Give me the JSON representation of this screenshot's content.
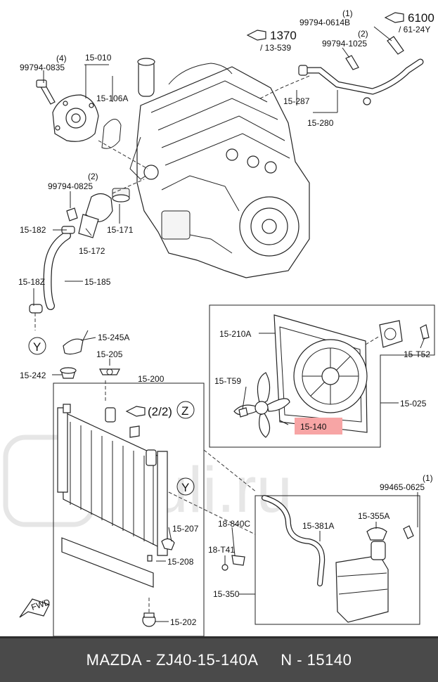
{
  "watermark": {
    "text": "Ruli.ru"
  },
  "diagram": {
    "refs": {
      "ref_6100": "6100",
      "ref_6100_sub": "/ 61-24Y",
      "ref_1370": "1370",
      "ref_1370_sub": "/ 13-539",
      "ref_22": "(2/2)",
      "ref_z": "Z",
      "ref_y1": "Y",
      "ref_y2": "Y",
      "fwd": "FWD"
    },
    "labels": {
      "p_99794_0614B": "99794-0614B",
      "p_99794_0614B_qty": "(1)",
      "p_99794_1025": "99794-1025",
      "p_99794_1025_qty": "(2)",
      "p_99794_0835": "99794-0835",
      "p_99794_0835_qty": "(4)",
      "p_15_010": "15-010",
      "p_15_106A": "15-106A",
      "p_15_287": "15-287",
      "p_15_280": "15-280",
      "p_99794_0825": "99794-0825",
      "p_99794_0825_qty": "(2)",
      "p_15_182": "15-182",
      "p_15_172": "15-172",
      "p_15_171": "15-171",
      "p_15_18Z": "15-18Z",
      "p_15_185": "15-185",
      "p_15_210A": "15-210A",
      "p_15_T52": "15-T52",
      "p_15_T59": "15-T59",
      "p_15_140": "15-140",
      "p_15_025": "15-025",
      "p_15_245A": "15-245A",
      "p_15_205": "15-205",
      "p_15_242": "15-242",
      "p_15_200": "15-200",
      "p_15_207": "15-207",
      "p_15_208": "15-208",
      "p_15_202": "15-202",
      "p_18_840C": "18-840C",
      "p_18_T41": "18-T41",
      "p_15_381A": "15-381A",
      "p_15_355A": "15-355A",
      "p_99465_0625": "99465-0625",
      "p_99465_0625_qty": "(1)",
      "p_15_350": "15-350"
    },
    "highlight_color": "#f7a5a5"
  },
  "footer": {
    "caption": "MAZDA - ZJ40-15-140A     N - 15140"
  }
}
